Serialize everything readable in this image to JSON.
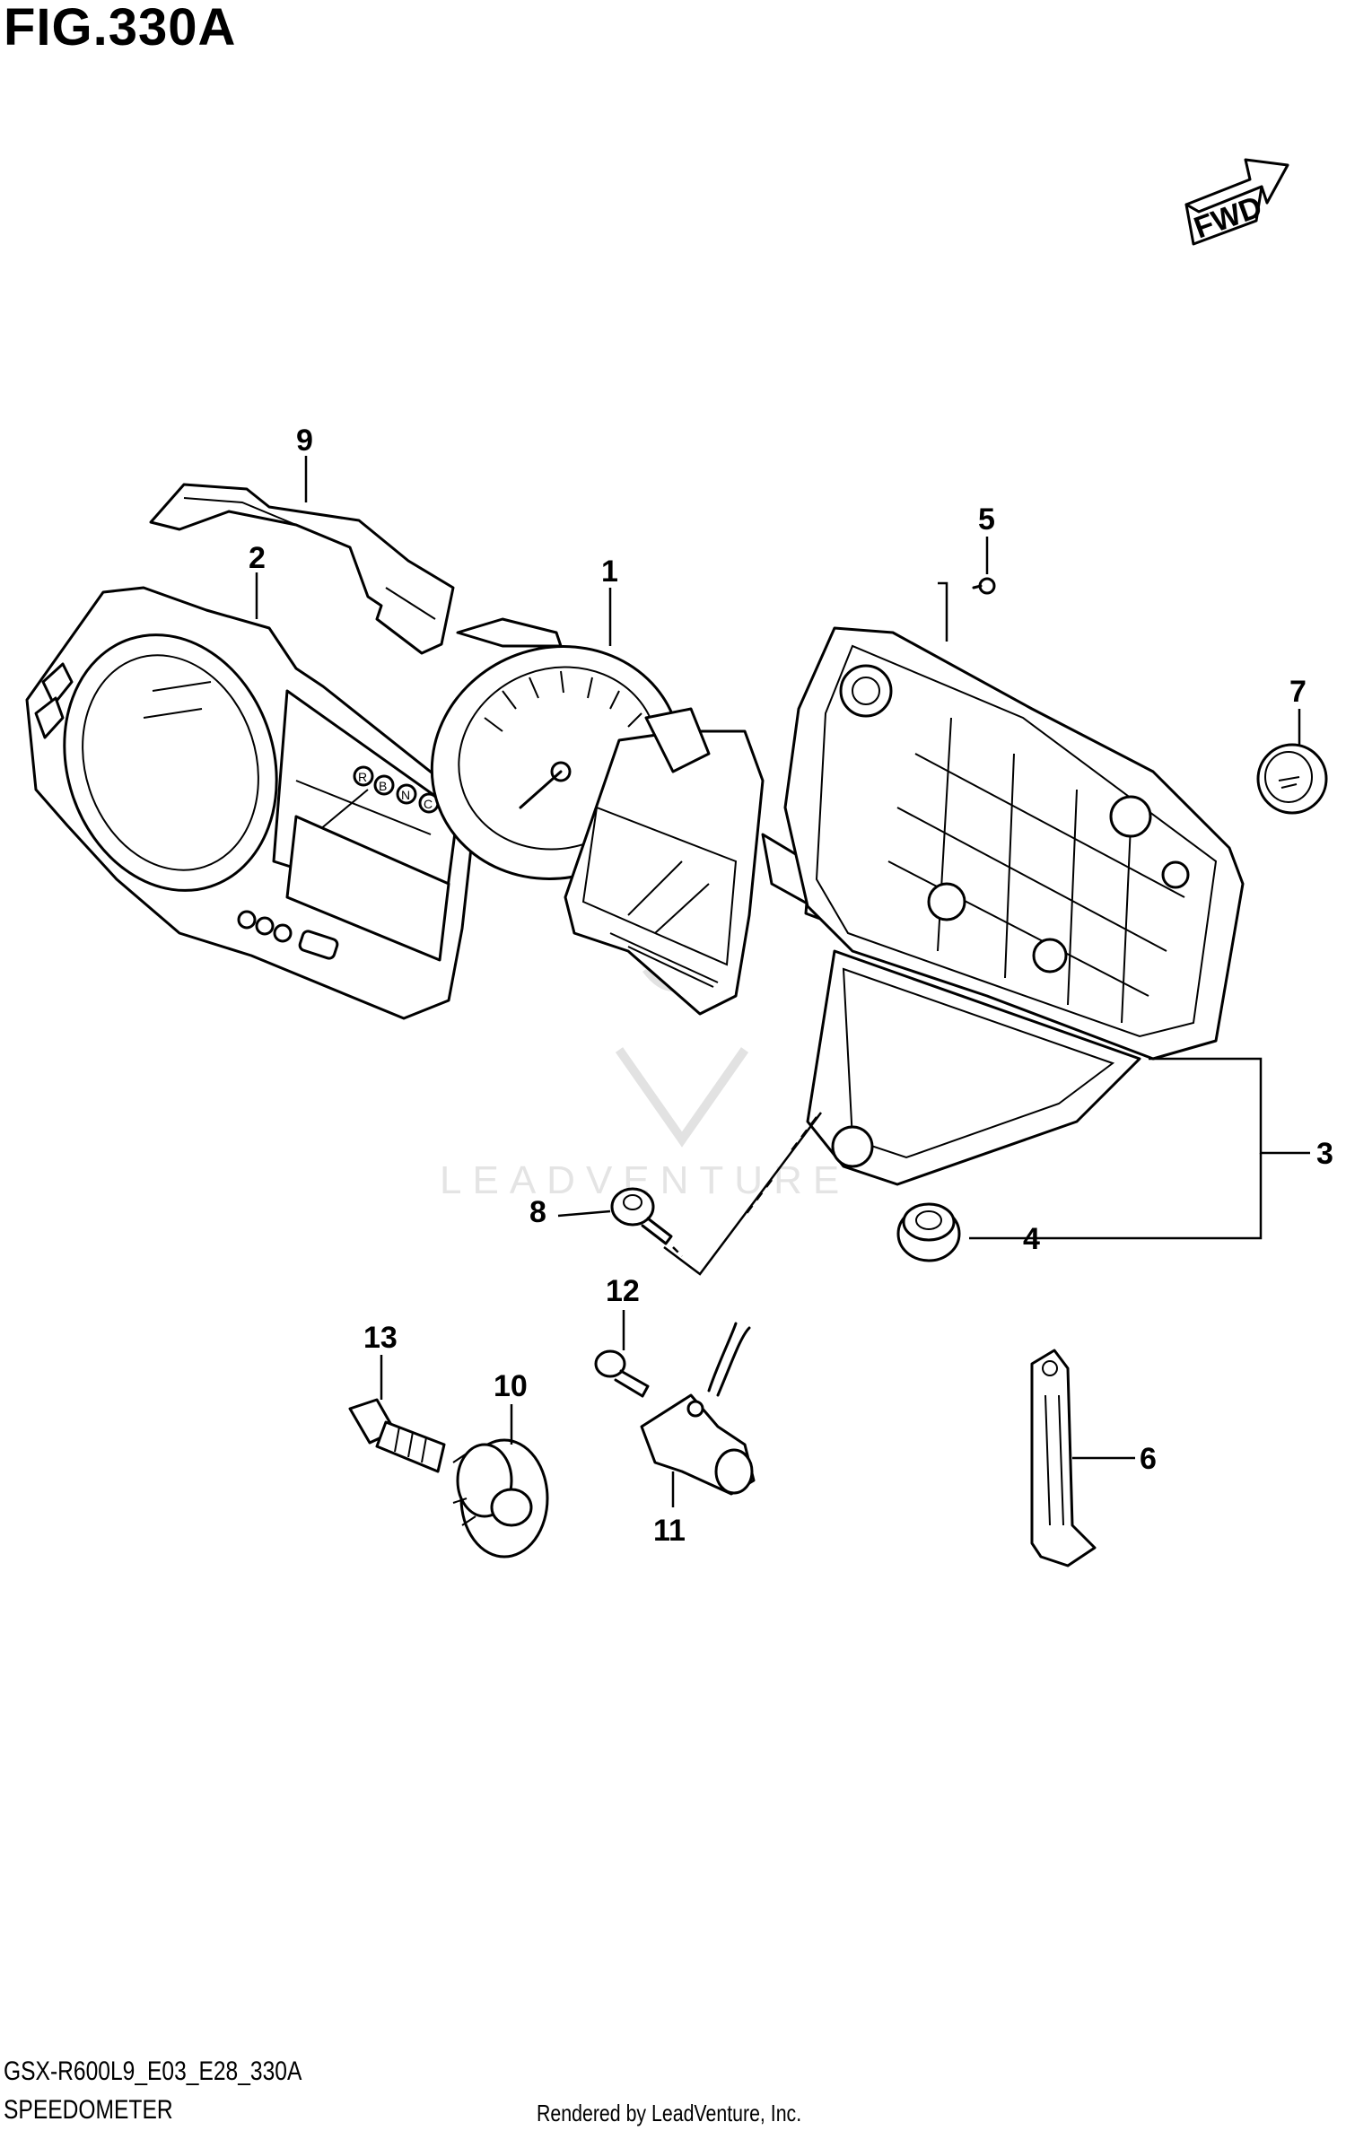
{
  "figure": {
    "title": "FIG.330A",
    "model_code": "GSX-R600L9_E03_E28_330A",
    "section_name": "SPEEDOMETER",
    "footer": "Rendered by LeadVenture, Inc.",
    "fwd_label": "FWD",
    "watermark": "LEADVENTURE"
  },
  "callouts": [
    {
      "id": "1",
      "label": "1"
    },
    {
      "id": "2",
      "label": "2"
    },
    {
      "id": "3",
      "label": "3"
    },
    {
      "id": "4",
      "label": "4"
    },
    {
      "id": "5",
      "label": "5"
    },
    {
      "id": "6",
      "label": "6"
    },
    {
      "id": "7",
      "label": "7"
    },
    {
      "id": "8",
      "label": "8"
    },
    {
      "id": "9",
      "label": "9"
    },
    {
      "id": "10",
      "label": "10"
    },
    {
      "id": "11",
      "label": "11"
    },
    {
      "id": "12",
      "label": "12"
    },
    {
      "id": "13",
      "label": "13"
    }
  ],
  "indicator_letters": [
    "R",
    "B",
    "N",
    "C"
  ]
}
